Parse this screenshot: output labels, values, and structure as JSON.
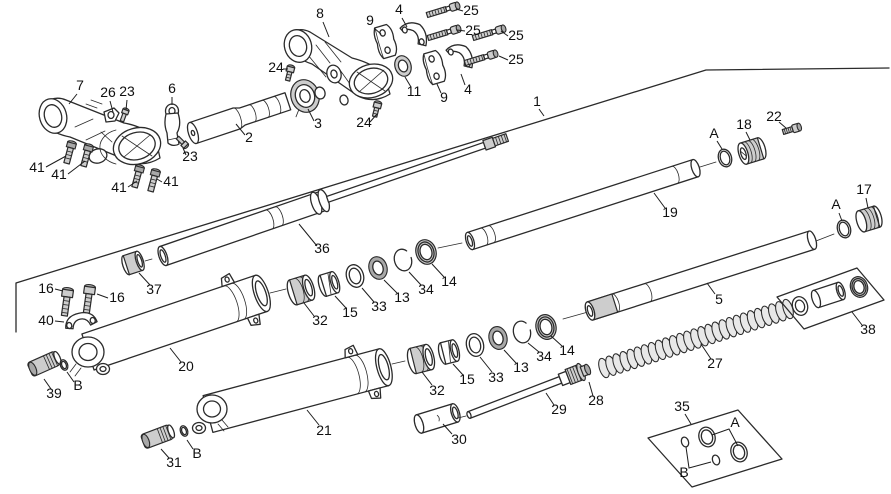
{
  "diagram": {
    "background": "#ffffff",
    "line_color": "#2b2b2b",
    "shade_light": "#cdcdcd",
    "shade_dark": "#a8a8a8",
    "label_color": "#101010"
  },
  "callouts": {
    "c7": "7",
    "c26": "26",
    "c23a": "23",
    "c6": "6",
    "c23b": "23",
    "c2": "2",
    "c3": "3",
    "c24a": "24",
    "c24b": "24",
    "c8": "8",
    "c9a": "9",
    "c4a": "4",
    "c25a": "25",
    "c25b": "25",
    "c25c": "25",
    "c25d": "25",
    "c11": "11",
    "c9b": "9",
    "c4b": "4",
    "c1": "1",
    "cAa": "A",
    "c18": "18",
    "c22": "22",
    "c19": "19",
    "cAb": "A",
    "c17": "17",
    "c41a": "41",
    "c41b": "41",
    "c41c": "41",
    "c41d": "41",
    "c36": "36",
    "c37": "37",
    "c16a": "16",
    "c16b": "16",
    "c40": "40",
    "c39": "39",
    "cBa": "B",
    "c20": "20",
    "c32a": "32",
    "c15a": "15",
    "c33a": "33",
    "c13a": "13",
    "c34a": "34",
    "c14a": "14",
    "c5": "5",
    "c27": "27",
    "c38": "38",
    "c32b": "32",
    "c15b": "15",
    "c33b": "33",
    "c13b": "13",
    "c34b": "34",
    "c14b": "14",
    "c29": "29",
    "c28": "28",
    "c21": "21",
    "c30": "30",
    "c31": "31",
    "cBb": "B",
    "c35": "35",
    "cAc": "A",
    "cBc": "B"
  }
}
